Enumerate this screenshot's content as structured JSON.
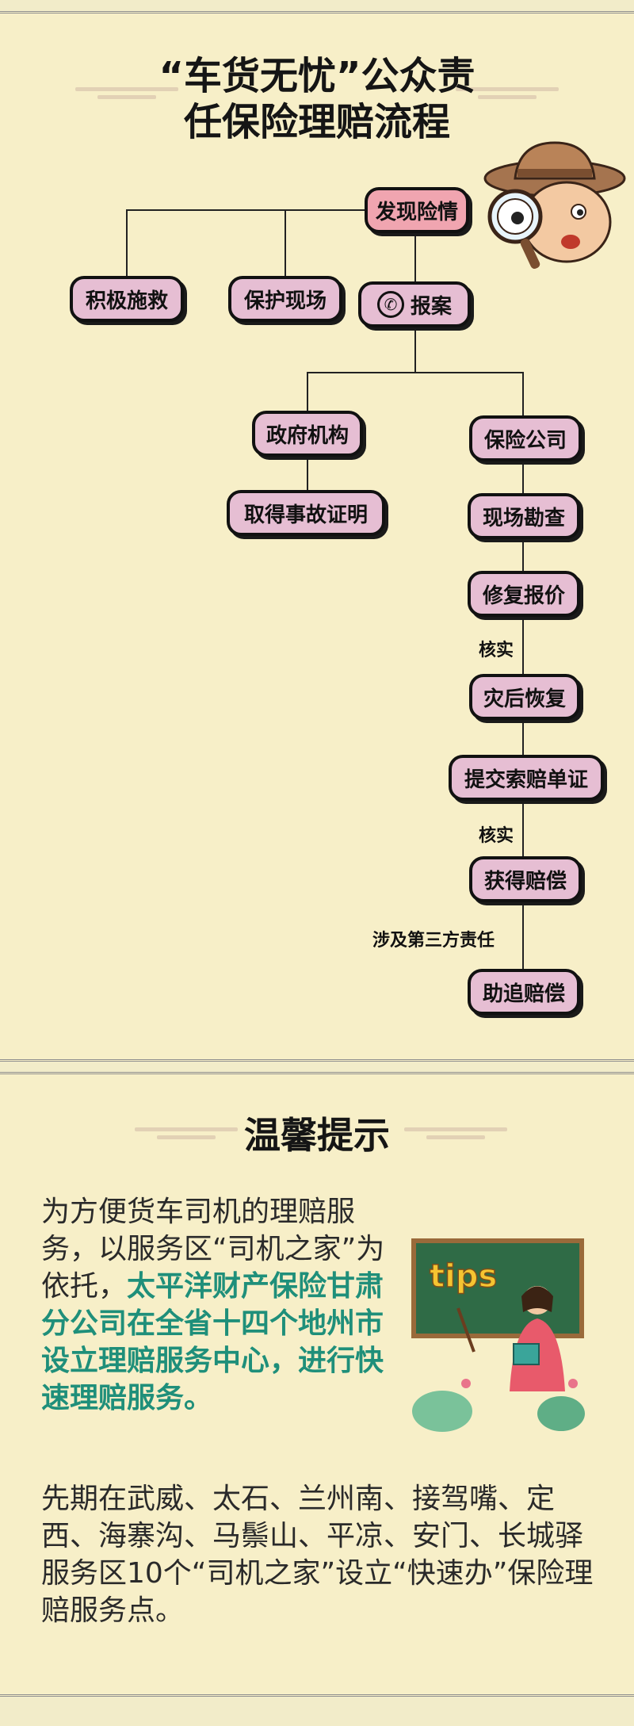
{
  "flow": {
    "title_line1": "“车货无忧”公众责",
    "title_line2": "任保险理赔流程",
    "nodes": {
      "discover": "发现险情",
      "rescue": "积极施救",
      "protect": "保护现场",
      "report": "报案",
      "government": "政府机构",
      "insurance": "保险公司",
      "certificate": "取得事故证明",
      "survey": "现场勘查",
      "quote": "修复报价",
      "restore": "灾后恢复",
      "submit": "提交索赔单证",
      "compensation": "获得赔偿",
      "subrogation": "助追赔偿"
    },
    "labels": {
      "verify1": "核实",
      "verify2": "核实",
      "third_party": "涉及第三方责任"
    },
    "colors": {
      "node": "#e6bed3",
      "highlight": "#f0a5b0",
      "accent": "#1f8f7a"
    }
  },
  "tips": {
    "title": "温馨提示",
    "badge": "tips",
    "para1_a": "为方便货车司机的理赔服务，以服务区“司机之家”为依托，",
    "para1_b": "太平洋财产保险甘肃分公司在全省十四个地州市设立理赔服务中心，进行快速理赔服务。",
    "para2": "先期在武威、太石、兰州南、接驾嘴、定西、海寨沟、马鬃山、平凉、安门、长城驿服务区10个“司机之家”设立“快速办”保险理赔服务点。"
  }
}
